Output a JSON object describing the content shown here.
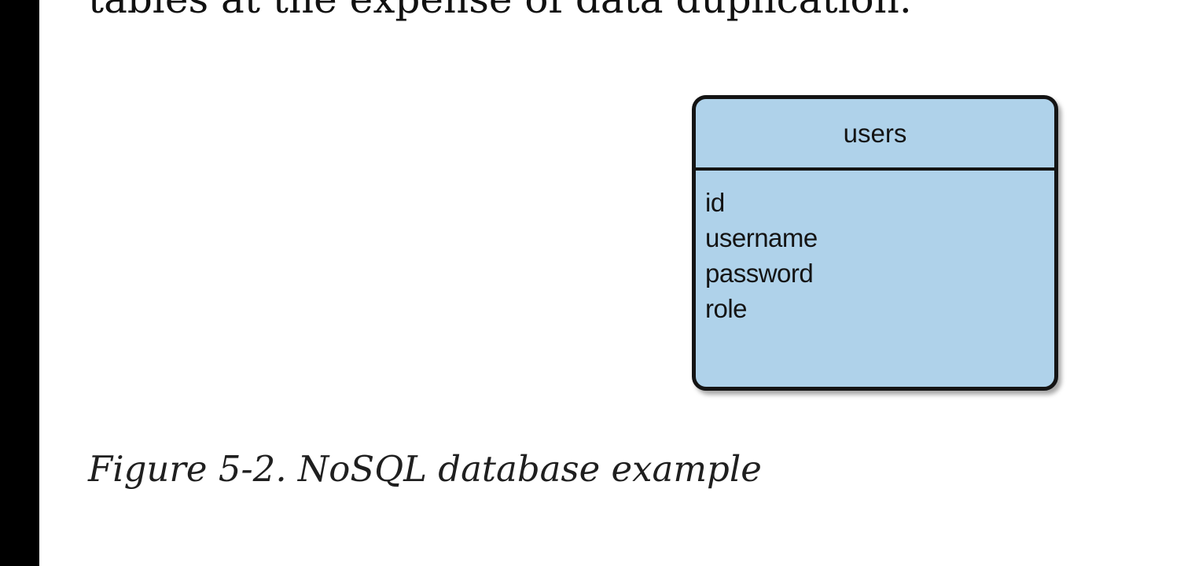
{
  "document": {
    "top_text": "tables at the expense of data duplication.",
    "caption": "Figure 5-2. NoSQL database example"
  },
  "diagram": {
    "table_name": "users",
    "fields": [
      "id",
      "username",
      "password",
      "role"
    ]
  }
}
